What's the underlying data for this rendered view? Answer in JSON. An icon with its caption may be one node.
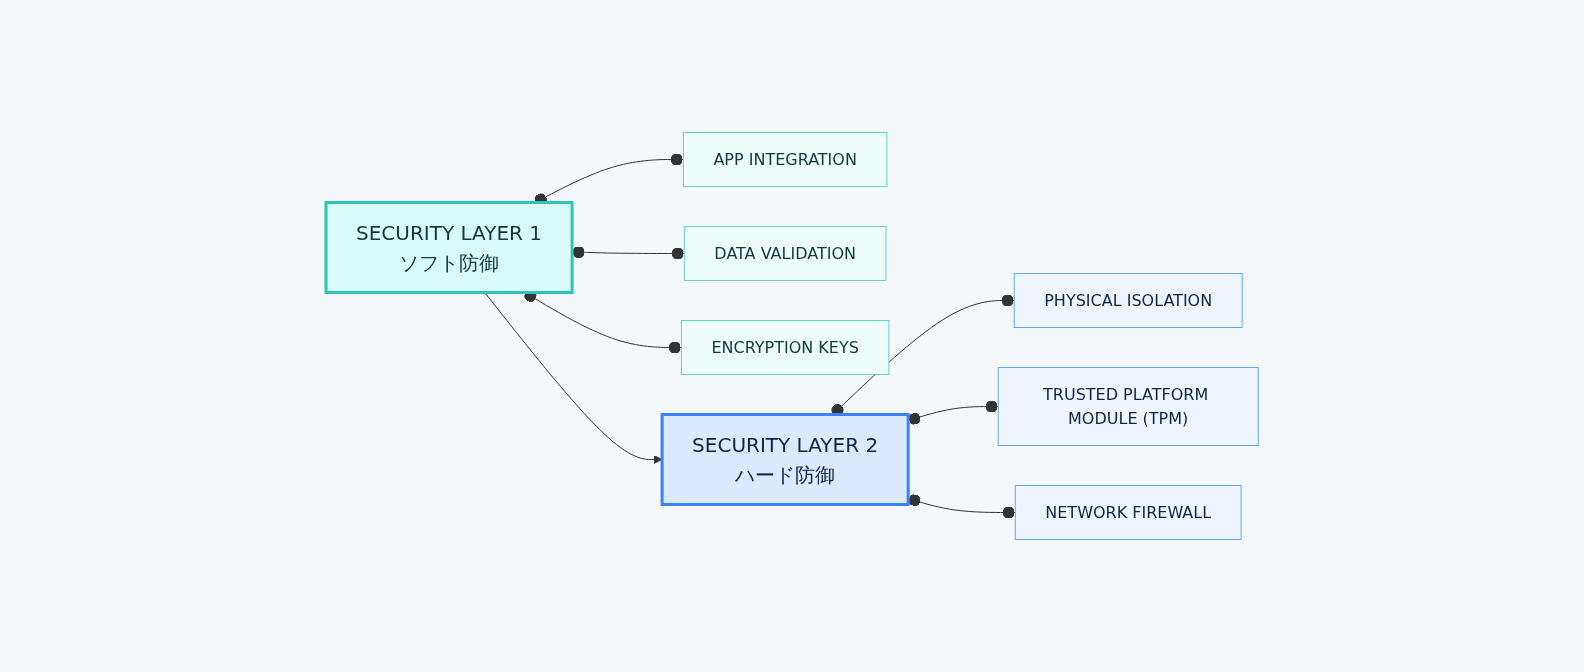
{
  "diagram": {
    "nodes": [
      {
        "text": [
          "SECURITY LAYER 1",
          "ソフト防御"
        ]
      },
      {
        "text": [
          "APP INTEGRATION"
        ]
      },
      {
        "text": [
          "DATA VALIDATION"
        ]
      },
      {
        "text": [
          "ENCRYPTION KEYS"
        ]
      },
      {
        "text": [
          "SECURITY LAYER 2",
          "ハード防御"
        ]
      },
      {
        "text": [
          "PHYSICAL ISOLATION"
        ]
      },
      {
        "text": [
          "TRUSTED PLATFORM MODULE (TPM)"
        ]
      },
      {
        "text": [
          "NETWORK FIREWALL"
        ]
      }
    ],
    "edges": [
      {
        "from": 0,
        "to": 1,
        "arrow": "other"
      },
      {
        "from": 0,
        "to": 2,
        "arrow": "other"
      },
      {
        "from": 0,
        "to": 3,
        "arrow": "other"
      },
      {
        "from": 0,
        "to": 4,
        "arrow": "to"
      },
      {
        "from": 4,
        "to": 5,
        "arrow": "other"
      },
      {
        "from": 4,
        "to": 6,
        "arrow": "other"
      },
      {
        "from": 4,
        "to": 7,
        "arrow": "other"
      }
    ]
  }
}
